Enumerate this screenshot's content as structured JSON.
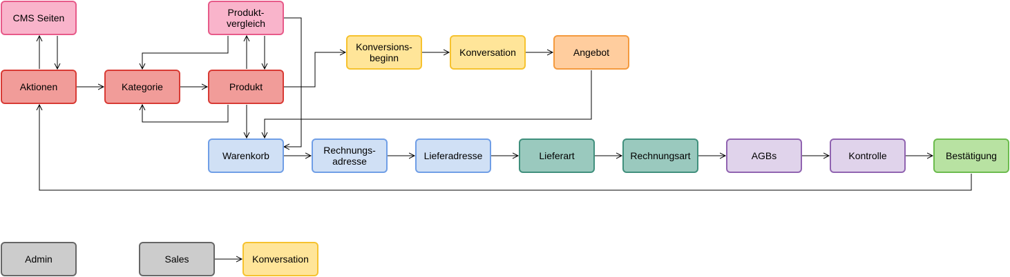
{
  "nodes": {
    "cms_seiten": {
      "label": "CMS Seiten",
      "color": "#f9b4cb"
    },
    "produktvergleich": {
      "label": "Produkt-\nvergleich",
      "color": "#f9b4cb"
    },
    "aktionen": {
      "label": "Aktionen",
      "color": "#f19c99"
    },
    "kategorie": {
      "label": "Kategorie",
      "color": "#f19c99"
    },
    "produkt": {
      "label": "Produkt",
      "color": "#f19c99"
    },
    "konversionsbeginn": {
      "label": "Konversions-\nbeginn",
      "color": "#ffe599"
    },
    "konversation": {
      "label": "Konversation",
      "color": "#ffe599"
    },
    "angebot": {
      "label": "Angebot",
      "color": "#ffcd9e"
    },
    "warenkorb": {
      "label": "Warenkorb",
      "color": "#d0e0f5"
    },
    "rechnungsadresse": {
      "label": "Rechnungs-\nadresse",
      "color": "#d0e0f5"
    },
    "lieferadresse": {
      "label": "Lieferadresse",
      "color": "#d0e0f5"
    },
    "lieferart": {
      "label": "Lieferart",
      "color": "#9ac9be"
    },
    "rechnungsart": {
      "label": "Rechnungsart",
      "color": "#9ac9be"
    },
    "agbs": {
      "label": "AGBs",
      "color": "#e0d3eb"
    },
    "kontrolle": {
      "label": "Kontrolle",
      "color": "#e0d3eb"
    },
    "bestaetigung": {
      "label": "Bestätigung",
      "color": "#b8e2a2"
    },
    "admin": {
      "label": "Admin",
      "color": "#cccccc"
    },
    "sales": {
      "label": "Sales",
      "color": "#cccccc"
    },
    "konversation_sales": {
      "label": "Konversation",
      "color": "#ffe599"
    }
  },
  "edges": [
    {
      "from": "aktionen",
      "to": "cms_seiten"
    },
    {
      "from": "cms_seiten",
      "to": "aktionen"
    },
    {
      "from": "aktionen",
      "to": "kategorie"
    },
    {
      "from": "kategorie",
      "to": "produkt"
    },
    {
      "from": "produkt",
      "to": "kategorie"
    },
    {
      "from": "produktvergleich",
      "to": "kategorie"
    },
    {
      "from": "produkt",
      "to": "produktvergleich"
    },
    {
      "from": "produktvergleich",
      "to": "produkt"
    },
    {
      "from": "produktvergleich",
      "to": "warenkorb"
    },
    {
      "from": "produkt",
      "to": "konversionsbeginn"
    },
    {
      "from": "konversionsbeginn",
      "to": "konversation"
    },
    {
      "from": "konversation",
      "to": "angebot"
    },
    {
      "from": "angebot",
      "to": "warenkorb"
    },
    {
      "from": "produkt",
      "to": "warenkorb"
    },
    {
      "from": "warenkorb",
      "to": "rechnungsadresse"
    },
    {
      "from": "rechnungsadresse",
      "to": "lieferadresse"
    },
    {
      "from": "lieferadresse",
      "to": "lieferart"
    },
    {
      "from": "lieferart",
      "to": "rechnungsart"
    },
    {
      "from": "rechnungsart",
      "to": "agbs"
    },
    {
      "from": "agbs",
      "to": "kontrolle"
    },
    {
      "from": "kontrolle",
      "to": "bestaetigung"
    },
    {
      "from": "bestaetigung",
      "to": "aktionen"
    },
    {
      "from": "sales",
      "to": "konversation_sales"
    }
  ],
  "colors": {
    "edge": "#000000"
  }
}
